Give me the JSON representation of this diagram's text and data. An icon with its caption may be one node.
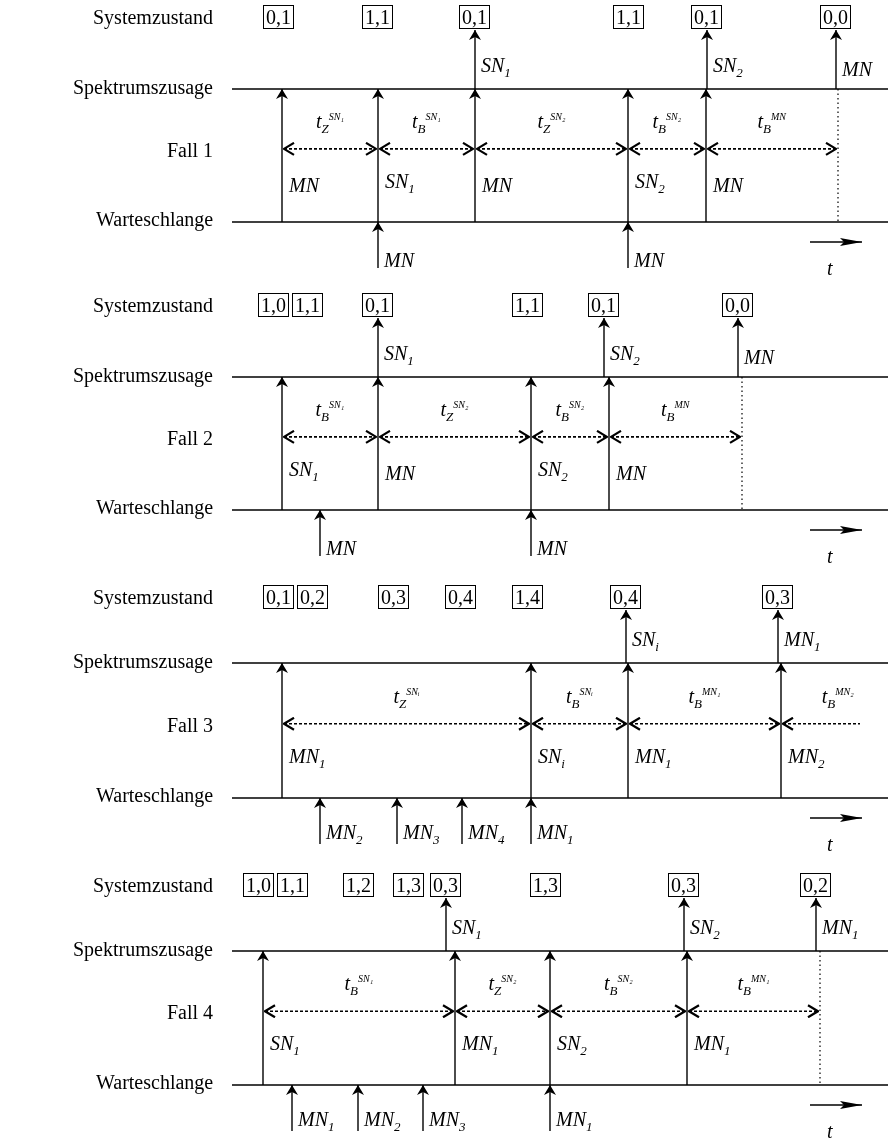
{
  "diagram": {
    "nodes": [
      {
        "text": [
          "0,1"
        ]
      },
      {
        "text": [
          "1,1"
        ]
      },
      {
        "text": [
          "0,1"
        ]
      },
      {
        "text": [
          "1,1"
        ]
      },
      {
        "text": [
          "0,1"
        ]
      },
      {
        "text": [
          "0,0"
        ]
      },
      {
        "text": [
          "1,0"
        ]
      },
      {
        "text": [
          "1,1"
        ]
      },
      {
        "text": [
          "0,1"
        ]
      },
      {
        "text": [
          "1,1"
        ]
      },
      {
        "text": [
          "0,1"
        ]
      },
      {
        "text": [
          "0,0"
        ]
      },
      {
        "text": [
          "0,1"
        ]
      },
      {
        "text": [
          "0,2"
        ]
      },
      {
        "text": [
          "0,3"
        ]
      },
      {
        "text": [
          "0,4"
        ]
      },
      {
        "text": [
          "1,4"
        ]
      },
      {
        "text": [
          "0,4"
        ]
      },
      {
        "text": [
          "0,3"
        ]
      },
      {
        "text": [
          "1,0"
        ]
      },
      {
        "text": [
          "1,1"
        ]
      },
      {
        "text": [
          "1,2"
        ]
      },
      {
        "text": [
          "1,3"
        ]
      },
      {
        "text": [
          "0,3"
        ]
      },
      {
        "text": [
          "1,3"
        ]
      },
      {
        "text": [
          "0,3"
        ]
      },
      {
        "text": [
          "0,2"
        ]
      }
    ],
    "edges": [
      {
        "from": null,
        "to": 2,
        "arrow": "to"
      },
      {
        "from": null,
        "to": 4,
        "arrow": "to"
      },
      {
        "from": null,
        "to": 5,
        "arrow": "to"
      },
      {
        "from": null,
        "to": 8,
        "arrow": "to"
      },
      {
        "from": null,
        "to": 10,
        "arrow": "to"
      },
      {
        "from": null,
        "to": 11,
        "arrow": "to"
      },
      {
        "from": null,
        "to": 17,
        "arrow": "to"
      },
      {
        "from": null,
        "to": 18,
        "arrow": "to"
      },
      {
        "from": null,
        "to": 23,
        "arrow": "to"
      },
      {
        "from": null,
        "to": 25,
        "arrow": "to"
      },
      {
        "from": null,
        "to": 26,
        "arrow": "to"
      }
    ],
    "labels": [
      "Systemzustand",
      "Spektrumszusage",
      "Fall 1",
      "Warteschlange",
      "SN$_{1}$",
      "SN$_{2}$",
      "MN",
      "t$_{Z}$$^{SN₁}$",
      "t$_{B}$$^{SN₁}$",
      "t$_{Z}$$^{SN₂}$",
      "t$_{B}$$^{SN₂}$",
      "t$_{B}$$^{MN}$",
      "MN",
      "SN$_{1}$",
      "MN",
      "SN$_{2}$",
      "MN",
      "MN",
      "MN",
      "t",
      "Systemzustand",
      "Spektrumszusage",
      "Fall 2",
      "Warteschlange",
      "SN$_{1}$",
      "SN$_{2}$",
      "MN",
      "t$_{B}$$^{SN₁}$",
      "t$_{Z}$$^{SN₂}$",
      "t$_{B}$$^{SN₂}$",
      "t$_{B}$$^{MN}$",
      "SN$_{1}$",
      "MN",
      "SN$_{2}$",
      "MN",
      "MN",
      "MN",
      "t",
      "Systemzustand",
      "Spektrumszusage",
      "Fall 3",
      "Warteschlange",
      "SN$_{i}$",
      "MN$_{1}$",
      "t$_{Z}$$^{SNᵢ}$",
      "t$_{B}$$^{SNᵢ}$",
      "t$_{B}$$^{MN₁}$",
      "t$_{B}$$^{MN₂}$",
      "MN$_{1}$",
      "SN$_{i}$",
      "MN$_{1}$",
      "MN$_{2}$",
      "MN$_{2}$",
      "MN$_{3}$",
      "MN$_{4}$",
      "MN$_{1}$",
      "t",
      "Systemzustand",
      "Spektrumszusage",
      "Fall 4",
      "Warteschlange",
      "SN$_{1}$",
      "SN$_{2}$",
      "MN$_{1}$",
      "t$_{B}$$^{SN₁}$",
      "t$_{Z}$$^{SN₂}$",
      "t$_{B}$$^{SN₂}$",
      "t$_{B}$$^{MN₁}$",
      "SN$_{1}$",
      "MN$_{1}$",
      "SN$_{2}$",
      "MN$_{1}$",
      "MN$_{1}$",
      "MN$_{2}$",
      "MN$_{3}$",
      "MN$_{1}$",
      "t"
    ]
  }
}
